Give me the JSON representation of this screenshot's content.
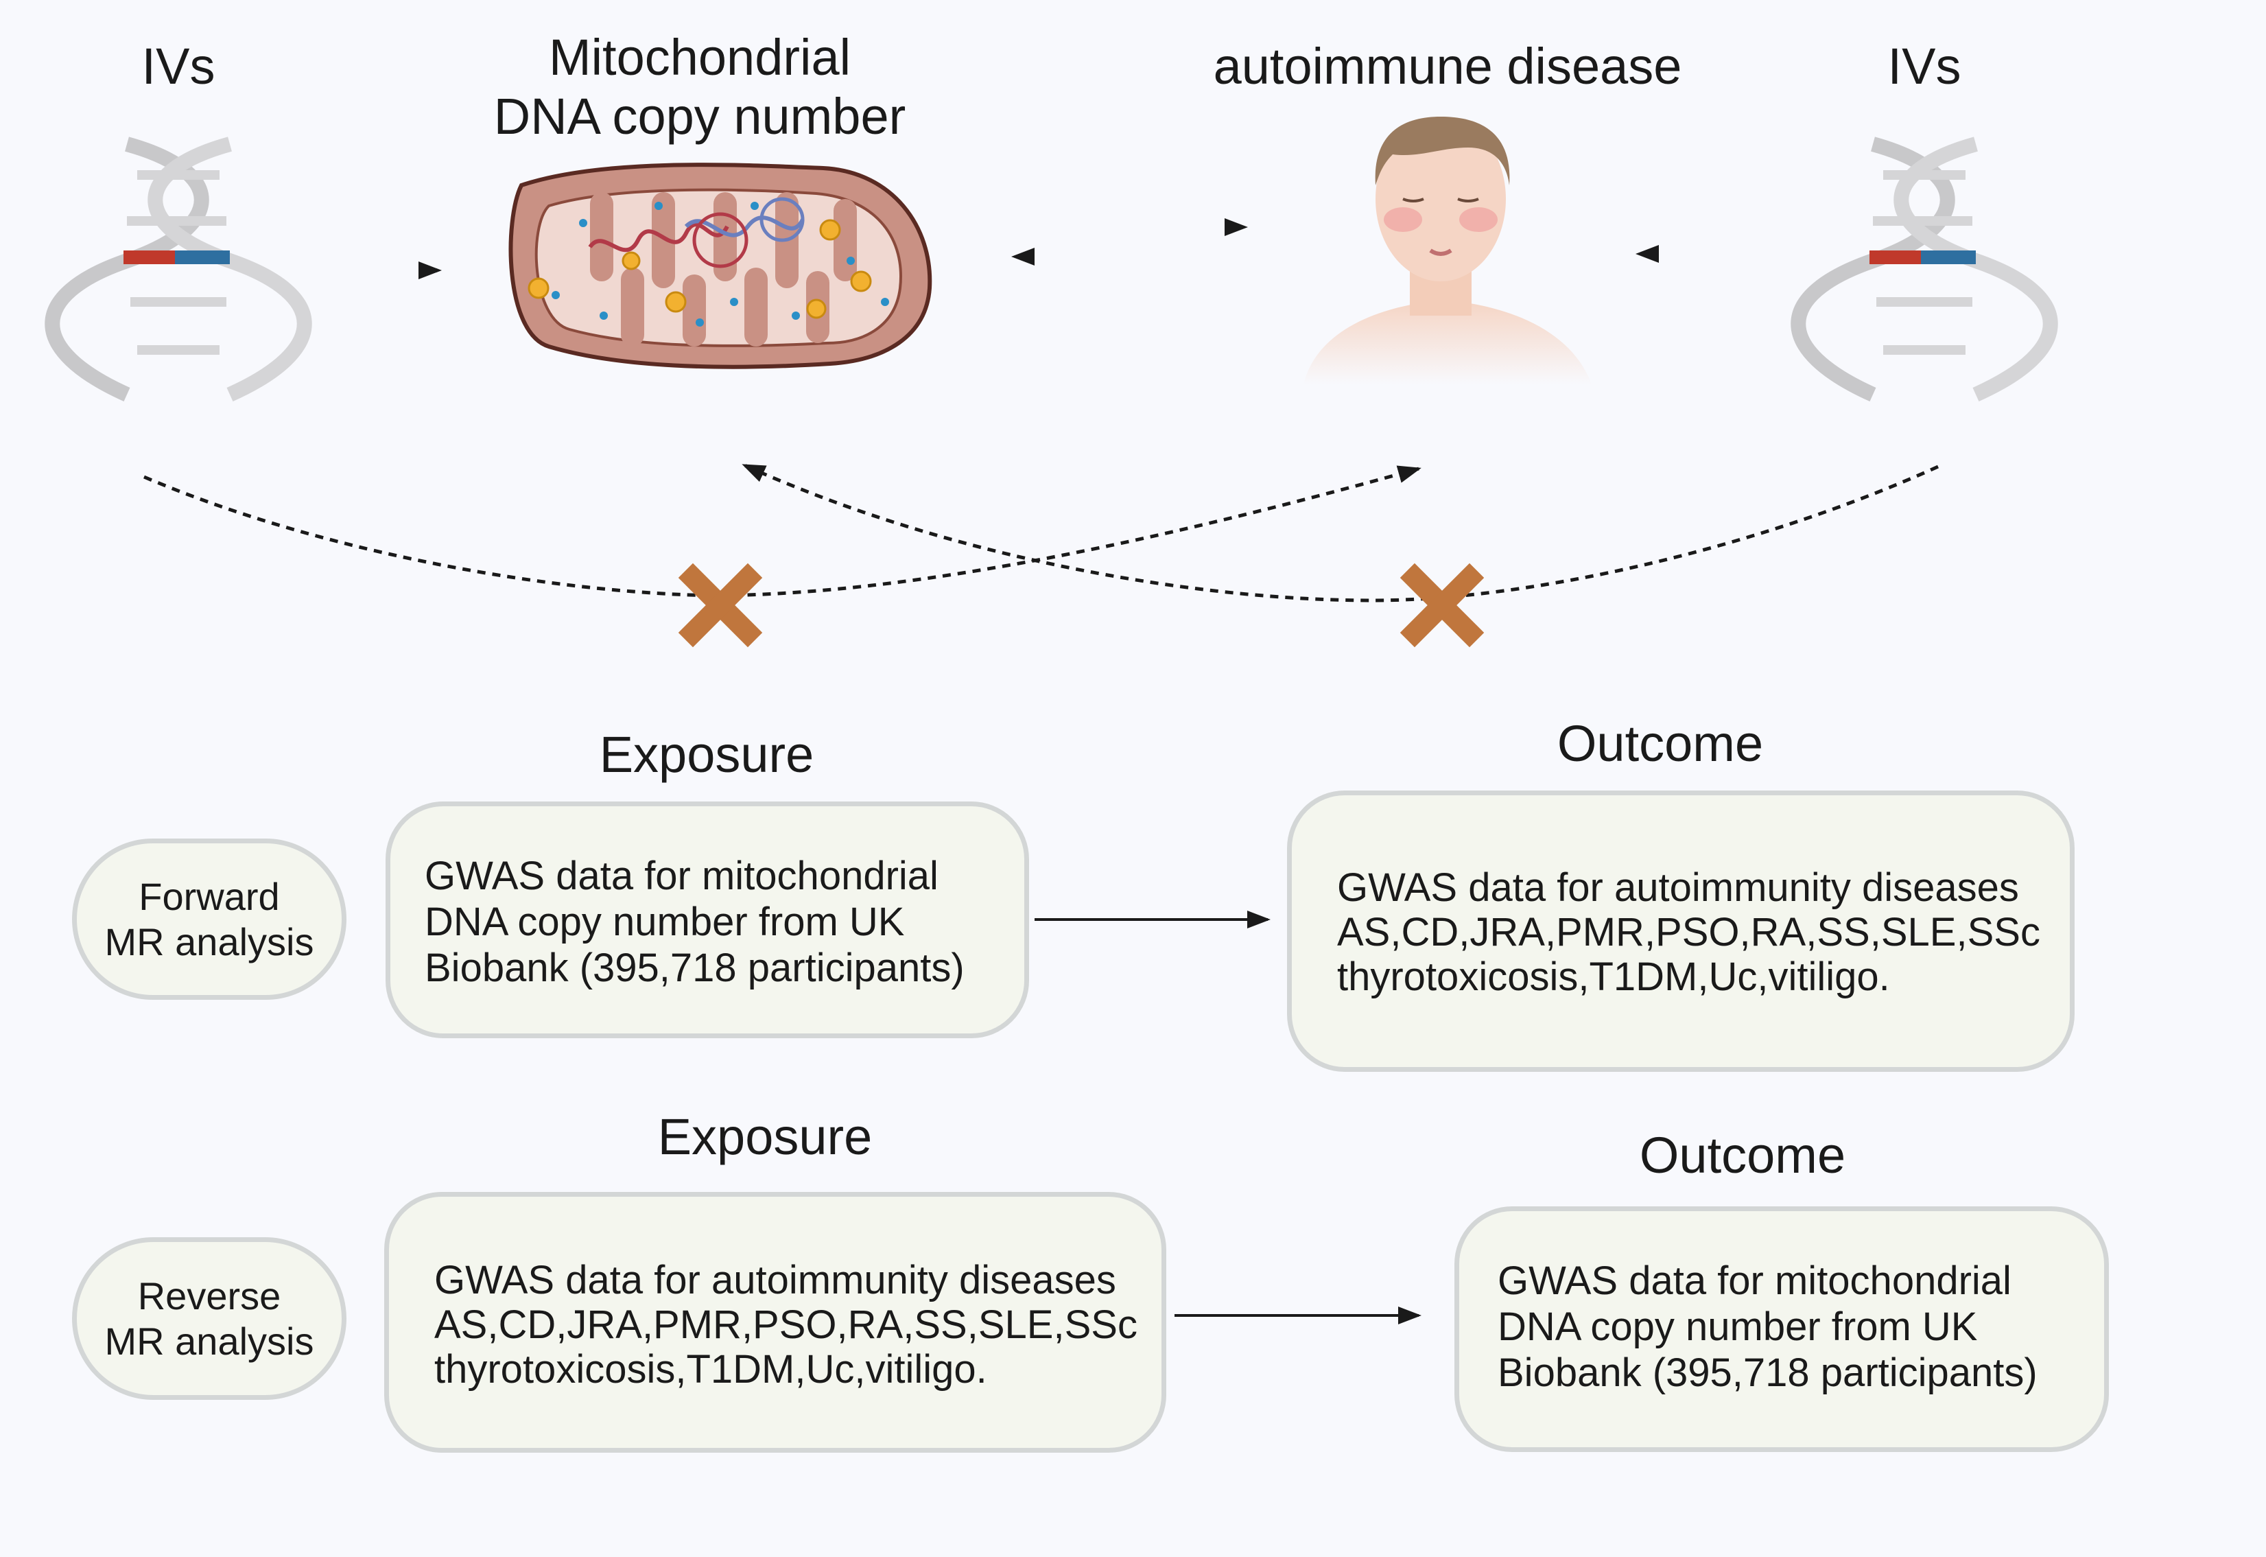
{
  "top": {
    "ivs_left": "IVs",
    "mito_line1": "Mitochondrial",
    "mito_line2": "DNA copy number",
    "autoimmune": "autoimmune disease",
    "ivs_right": "IVs"
  },
  "forward": {
    "label_line1": "Forward",
    "label_line2": "MR analysis",
    "exposure_heading": "Exposure",
    "outcome_heading": "Outcome",
    "exposure_lines": [
      "GWAS data for mitochondrial",
      "DNA copy number from UK",
      "Biobank (395,718 participants)"
    ],
    "outcome_lines": [
      "GWAS data for autoimmunity diseases",
      "AS,CD,JRA,PMR,PSO,RA,SS,SLE,SSc",
      "thyrotoxicosis,T1DM,Uc,vitiligo."
    ]
  },
  "reverse": {
    "label_line1": "Reverse",
    "label_line2": "MR analysis",
    "exposure_heading": "Exposure",
    "outcome_heading": "Outcome",
    "exposure_lines": [
      "GWAS data for autoimmunity diseases",
      "AS,CD,JRA,PMR,PSO,RA,SS,SLE,SSc",
      "thyrotoxicosis,T1DM,Uc,vitiligo."
    ],
    "outcome_lines": [
      "GWAS data for mitochondrial",
      "DNA copy number from UK",
      "Biobank (395,718 participants)"
    ]
  },
  "colors": {
    "cross": "#c0763d",
    "mito_outer": "#c99184",
    "mito_inner": "#f0d8d1",
    "dna_gray": "#c8c8ca",
    "dna_red": "#c0392b",
    "dna_blue": "#2e6fa0",
    "skin": "#f5d5c5",
    "hair": "#9a7b5f"
  }
}
